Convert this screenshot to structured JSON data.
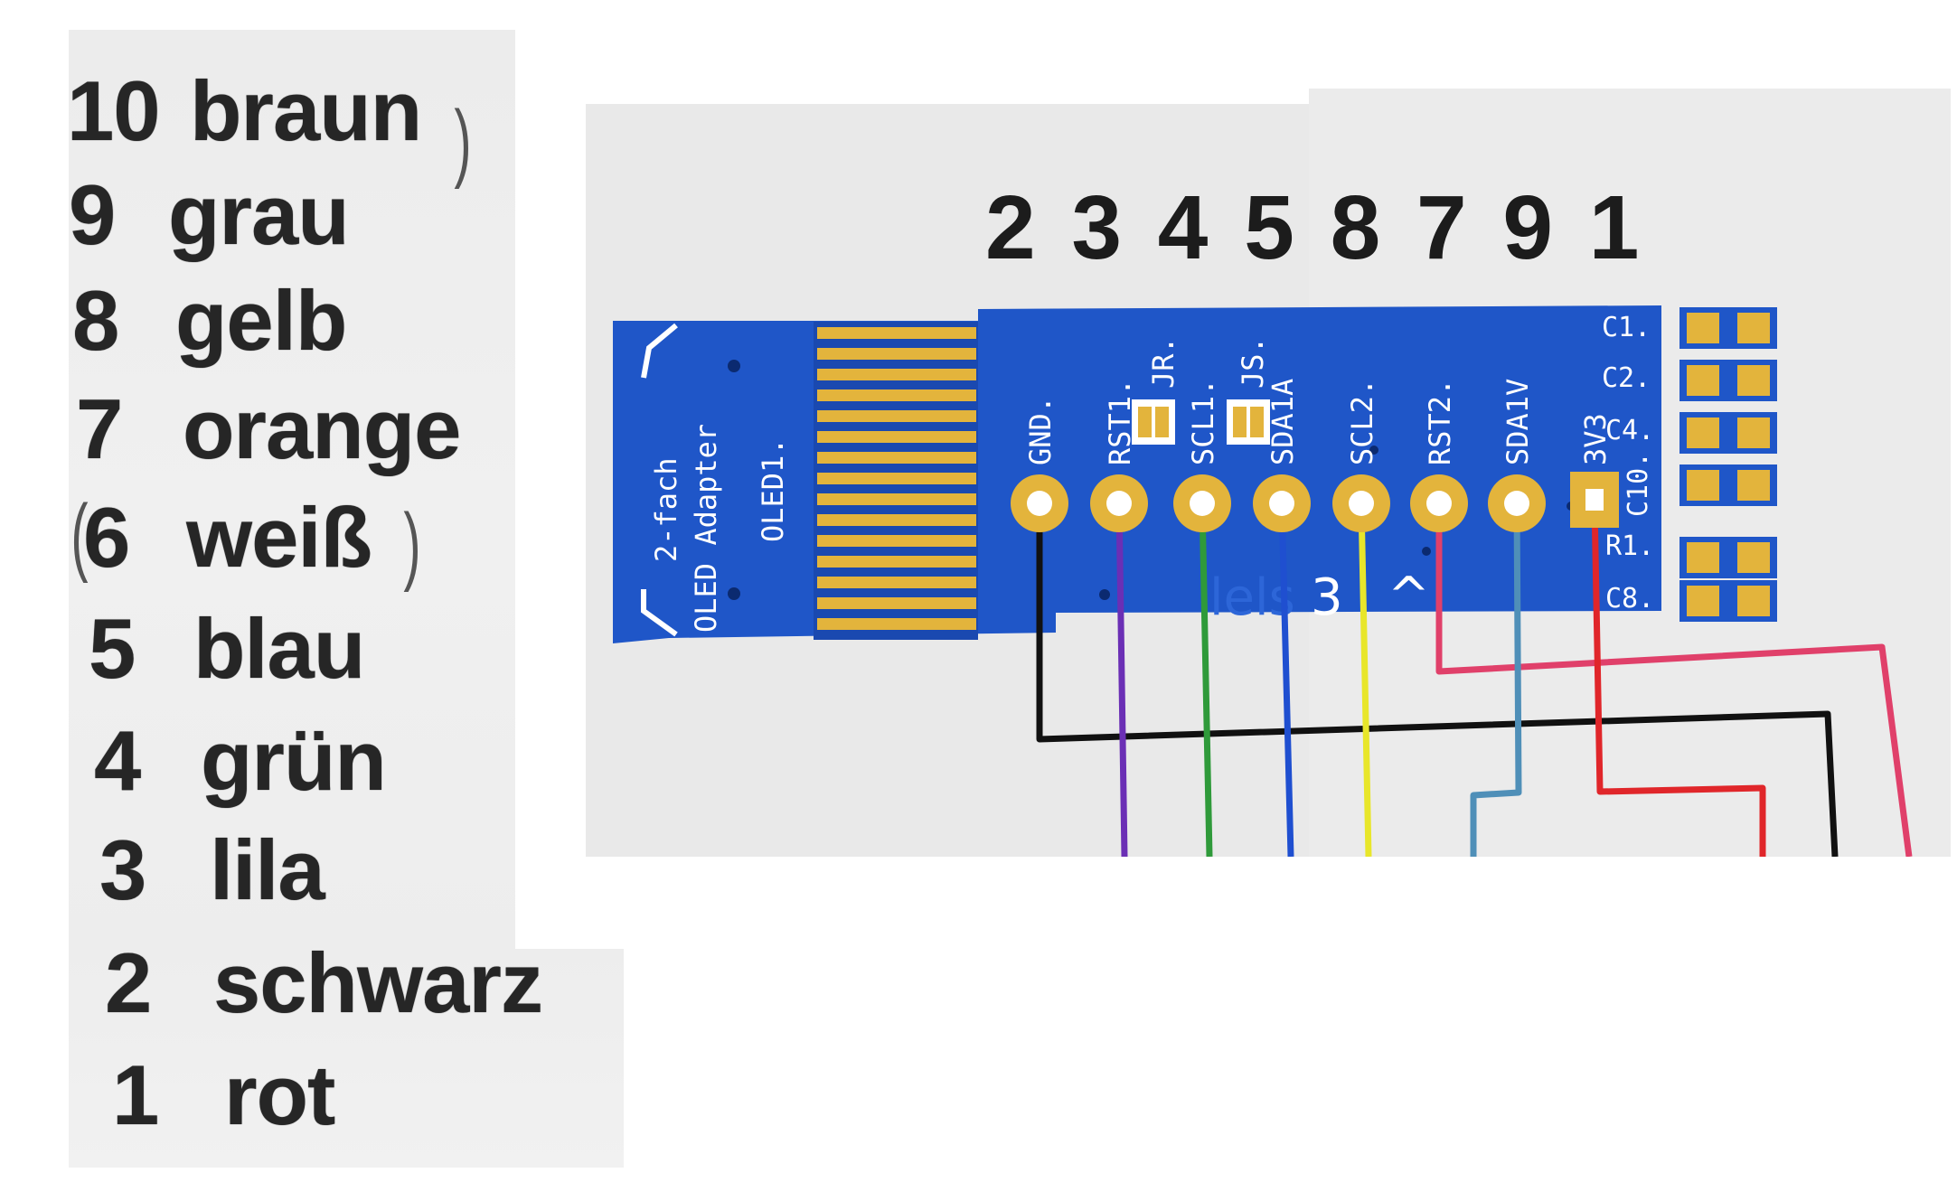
{
  "legend": [
    {
      "number": "10",
      "color_name": "braun"
    },
    {
      "number": "9",
      "color_name": "grau"
    },
    {
      "number": "8",
      "color_name": "gelb"
    },
    {
      "number": "7",
      "color_name": "orange"
    },
    {
      "number": "6",
      "color_name": "weiß"
    },
    {
      "number": "5",
      "color_name": "blau"
    },
    {
      "number": "4",
      "color_name": "grün"
    },
    {
      "number": "3",
      "color_name": "lila"
    },
    {
      "number": "2",
      "color_name": "schwarz"
    },
    {
      "number": "1",
      "color_name": "rot"
    }
  ],
  "legend_brackets": [
    ")",
    "(",
    ")"
  ],
  "pin_order_header": "2 3 4 5 8 7 9 1",
  "board": {
    "color": "#1f56c8",
    "silkscreen_left": [
      "2-fach",
      "OLED Adapter"
    ],
    "connector_label": "OLED1.",
    "bottom_text": "lels",
    "bottom_text_2": "3",
    "bottom_symbol": "^",
    "jumper_labels": [
      "JR.",
      "JS."
    ],
    "pin_labels": [
      "GND.",
      "RST1.",
      "SCL1.",
      "SDA1A",
      "SCL2.",
      "RST2.",
      "SDA1V",
      "3V3"
    ],
    "cap_labels": [
      "C1.",
      "C2.",
      "C4.",
      "C10.",
      "R1.",
      "C8."
    ]
  },
  "wire_colors": {
    "schwarz": "#111111",
    "lila": "#6b2fb5",
    "gruen": "#2f9a3a",
    "blau": "#1f4fd0",
    "gelb": "#e8e62a",
    "orange": "#e0406a",
    "blaugrau": "#4f8fb8",
    "rot": "#e0262a",
    "gold": "#e3b43c"
  }
}
